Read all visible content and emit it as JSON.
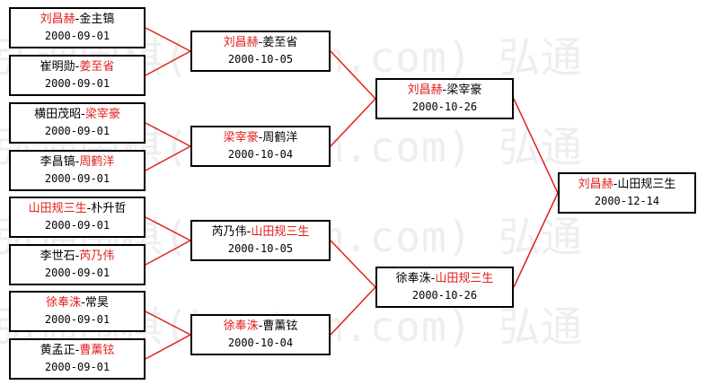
{
  "watermark": "弘通围棋(hootom.com) 弘通",
  "colors": {
    "winner": "#e0201c",
    "line": "#e0201c",
    "border": "#000000"
  },
  "bracket": {
    "round1": [
      {
        "p1": "刘昌赫",
        "p2": "金主镐",
        "winner": 1,
        "date": "2000-09-01"
      },
      {
        "p1": "崔明勋",
        "p2": "姜至省",
        "winner": 2,
        "date": "2000-09-01"
      },
      {
        "p1": "横田茂昭",
        "p2": "梁宰豪",
        "winner": 2,
        "date": "2000-09-01"
      },
      {
        "p1": "李昌镐",
        "p2": "周鹤洋",
        "winner": 2,
        "date": "2000-09-01"
      },
      {
        "p1": "山田规三生",
        "p2": "朴升哲",
        "winner": 1,
        "date": "2000-09-01"
      },
      {
        "p1": "李世石",
        "p2": "芮乃伟",
        "winner": 2,
        "date": "2000-09-01"
      },
      {
        "p1": "徐奉洙",
        "p2": "常昊",
        "winner": 1,
        "date": "2000-09-01"
      },
      {
        "p1": "黄孟正",
        "p2": "曹薰铉",
        "winner": 2,
        "date": "2000-09-01"
      }
    ],
    "round2": [
      {
        "p1": "刘昌赫",
        "p2": "姜至省",
        "winner": 1,
        "date": "2000-10-05"
      },
      {
        "p1": "梁宰豪",
        "p2": "周鹤洋",
        "winner": 1,
        "date": "2000-10-04"
      },
      {
        "p1": "芮乃伟",
        "p2": "山田规三生",
        "winner": 2,
        "date": "2000-10-05"
      },
      {
        "p1": "徐奉洙",
        "p2": "曹薰铉",
        "winner": 1,
        "date": "2000-10-04"
      }
    ],
    "round3": [
      {
        "p1": "刘昌赫",
        "p2": "梁宰豪",
        "winner": 1,
        "date": "2000-10-26"
      },
      {
        "p1": "徐奉洙",
        "p2": "山田规三生",
        "winner": 2,
        "date": "2000-10-26"
      }
    ],
    "final": [
      {
        "p1": "刘昌赫",
        "p2": "山田规三生",
        "winner": 1,
        "date": "2000-12-14"
      }
    ]
  }
}
